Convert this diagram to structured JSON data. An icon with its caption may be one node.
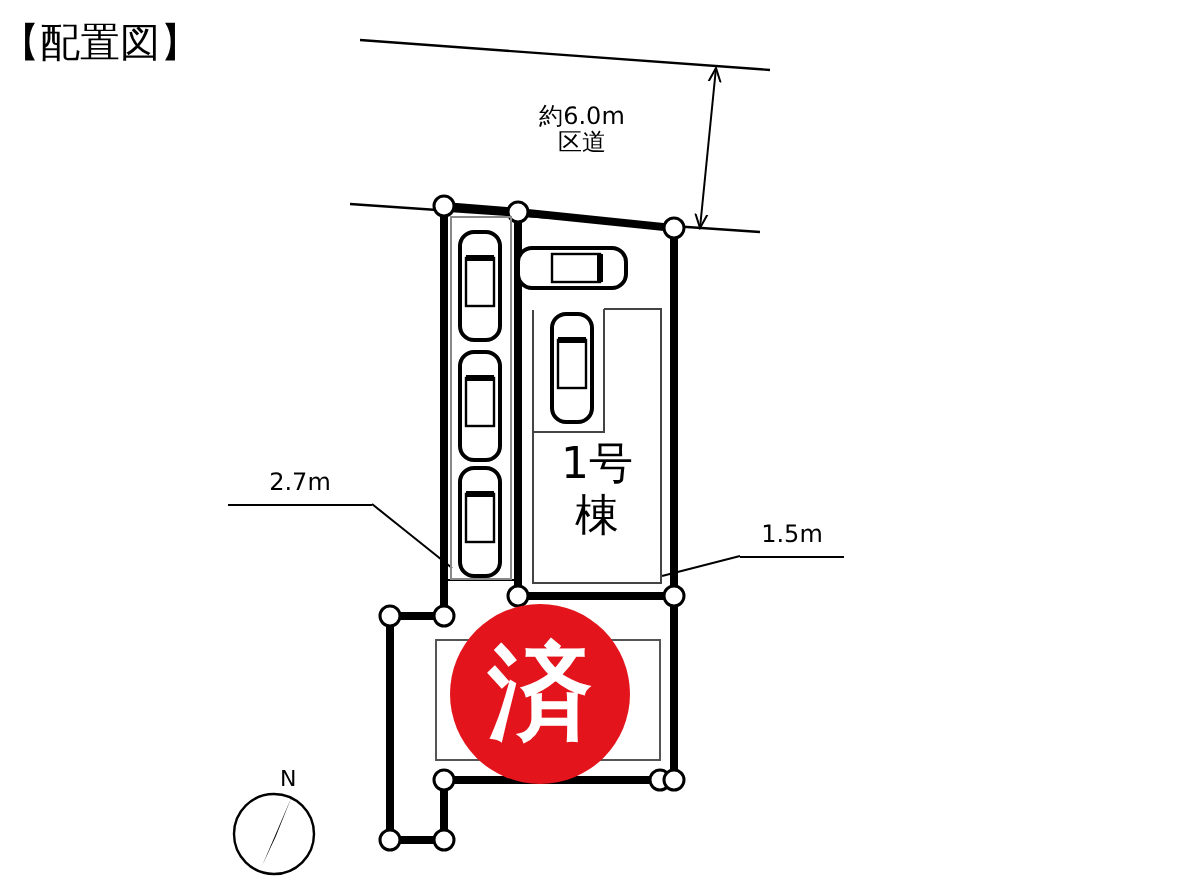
{
  "diagram": {
    "nodes": [
      {
        "text": [
          "1号棟"
        ]
      },
      {
        "text": [
          "済"
        ]
      },
      {
        "text": [
          "2.7m"
        ]
      },
      {
        "text": [
          "1.5m"
        ]
      },
      {
        "text": [],
        "shape": "box"
      }
    ],
    "edges": [
      {
        "from": 2,
        "to": 4,
        "arrow": "none"
      },
      {
        "from": 3,
        "to": 0,
        "arrow": "none"
      }
    ],
    "labels": [
      "【配置図】",
      "約6.0m 区道",
      "N"
    ]
  }
}
